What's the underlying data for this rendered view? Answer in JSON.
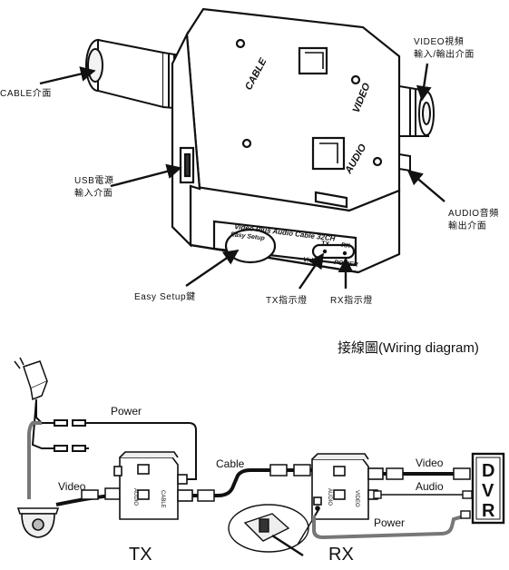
{
  "callouts": {
    "cable_interface": "CABLE介面",
    "video_interface_1": "VIDEO視頻",
    "video_interface_2": "輸入/輸出介面",
    "usb_power_1": "USB電源",
    "usb_power_2": "輸入介面",
    "audio_interface_1": "AUDIO音頻",
    "audio_interface_2": "輸出介面",
    "easy_setup_key": "Easy Setup鍵",
    "tx_indicator": "TX指示燈",
    "rx_indicator": "RX指示燈"
  },
  "device": {
    "side_cable": "CABLE",
    "side_video": "VIDEO",
    "side_audio": "AUDIO",
    "panel_line1": "Video Plus Audio Cable 32CH",
    "panel_line2": "Easy Setup",
    "led_tx": "TX",
    "led_rx": "RX",
    "led_video": "Video",
    "led_power": "POWER"
  },
  "wiring": {
    "title": "接線圖(Wiring diagram)",
    "power_top": "Power",
    "video_left": "Video",
    "cable": "Cable",
    "video_right": "Video",
    "audio_right": "Audio",
    "power_right": "Power",
    "dvr_letters": [
      "D",
      "V",
      "R"
    ],
    "tx_label": "TX",
    "rx_label": "RX"
  }
}
